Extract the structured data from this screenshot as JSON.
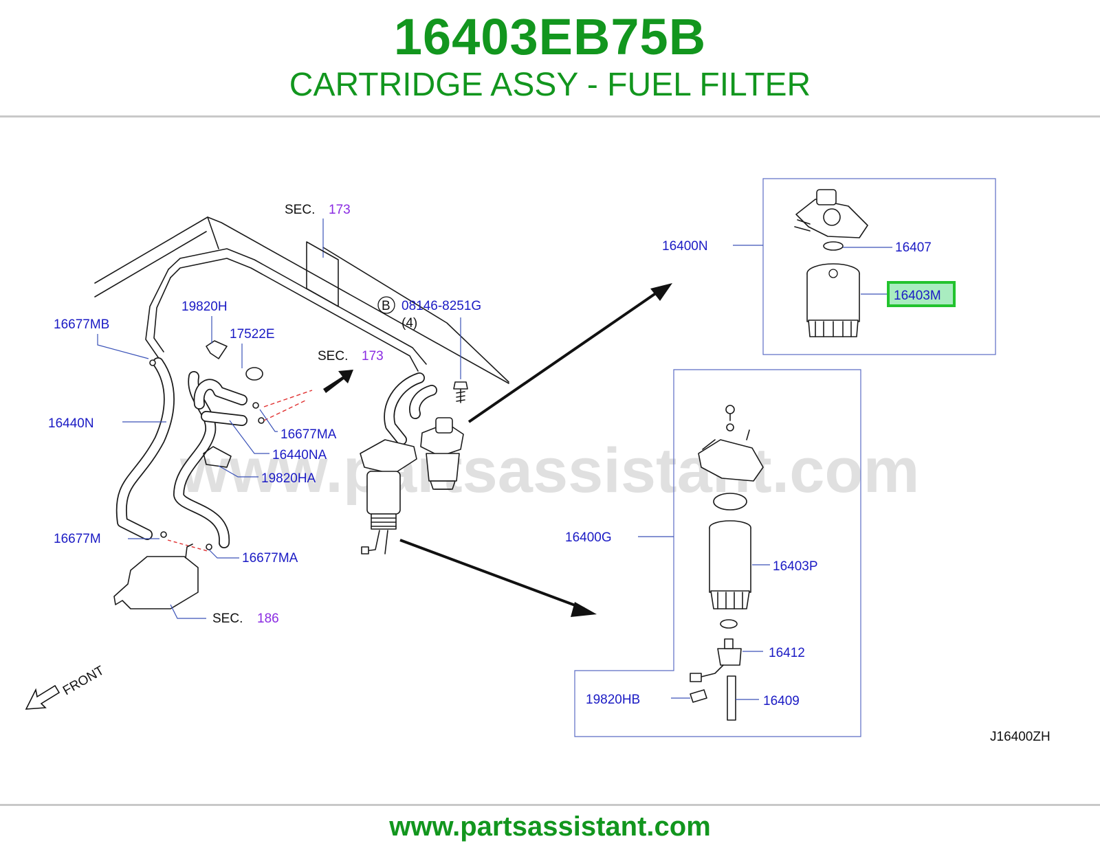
{
  "header": {
    "part_number": "16403EB75B",
    "part_name": "CARTRIDGE ASSY - FUEL FILTER"
  },
  "diagram": {
    "watermark": "www.partsassistant.com",
    "diagram_code": "J16400ZH",
    "front_label": "FRONT",
    "highlighted_part": "16403M",
    "highlight_color": "#22c32e",
    "section_prefix": "SEC.",
    "sections": [
      "173",
      "173",
      "186"
    ],
    "bolt_marker": "B",
    "bolt_part": "08146-8251G",
    "bolt_qty": "(4)",
    "callouts": {
      "p16677MB": "16677MB",
      "p19820H": "19820H",
      "p17522E": "17522E",
      "p16440N": "16440N",
      "p16677MA_upper": "16677MA",
      "p16440NA": "16440NA",
      "p19820HA": "19820HA",
      "p16677M": "16677M",
      "p16677MA_lower": "16677MA",
      "p16400N": "16400N",
      "p16407": "16407",
      "p16403M": "16403M",
      "p16400G": "16400G",
      "p16403P": "16403P",
      "p16412": "16412",
      "p19820HB": "19820HB",
      "p16409": "16409"
    }
  },
  "footer": {
    "url": "www.partsassistant.com"
  }
}
